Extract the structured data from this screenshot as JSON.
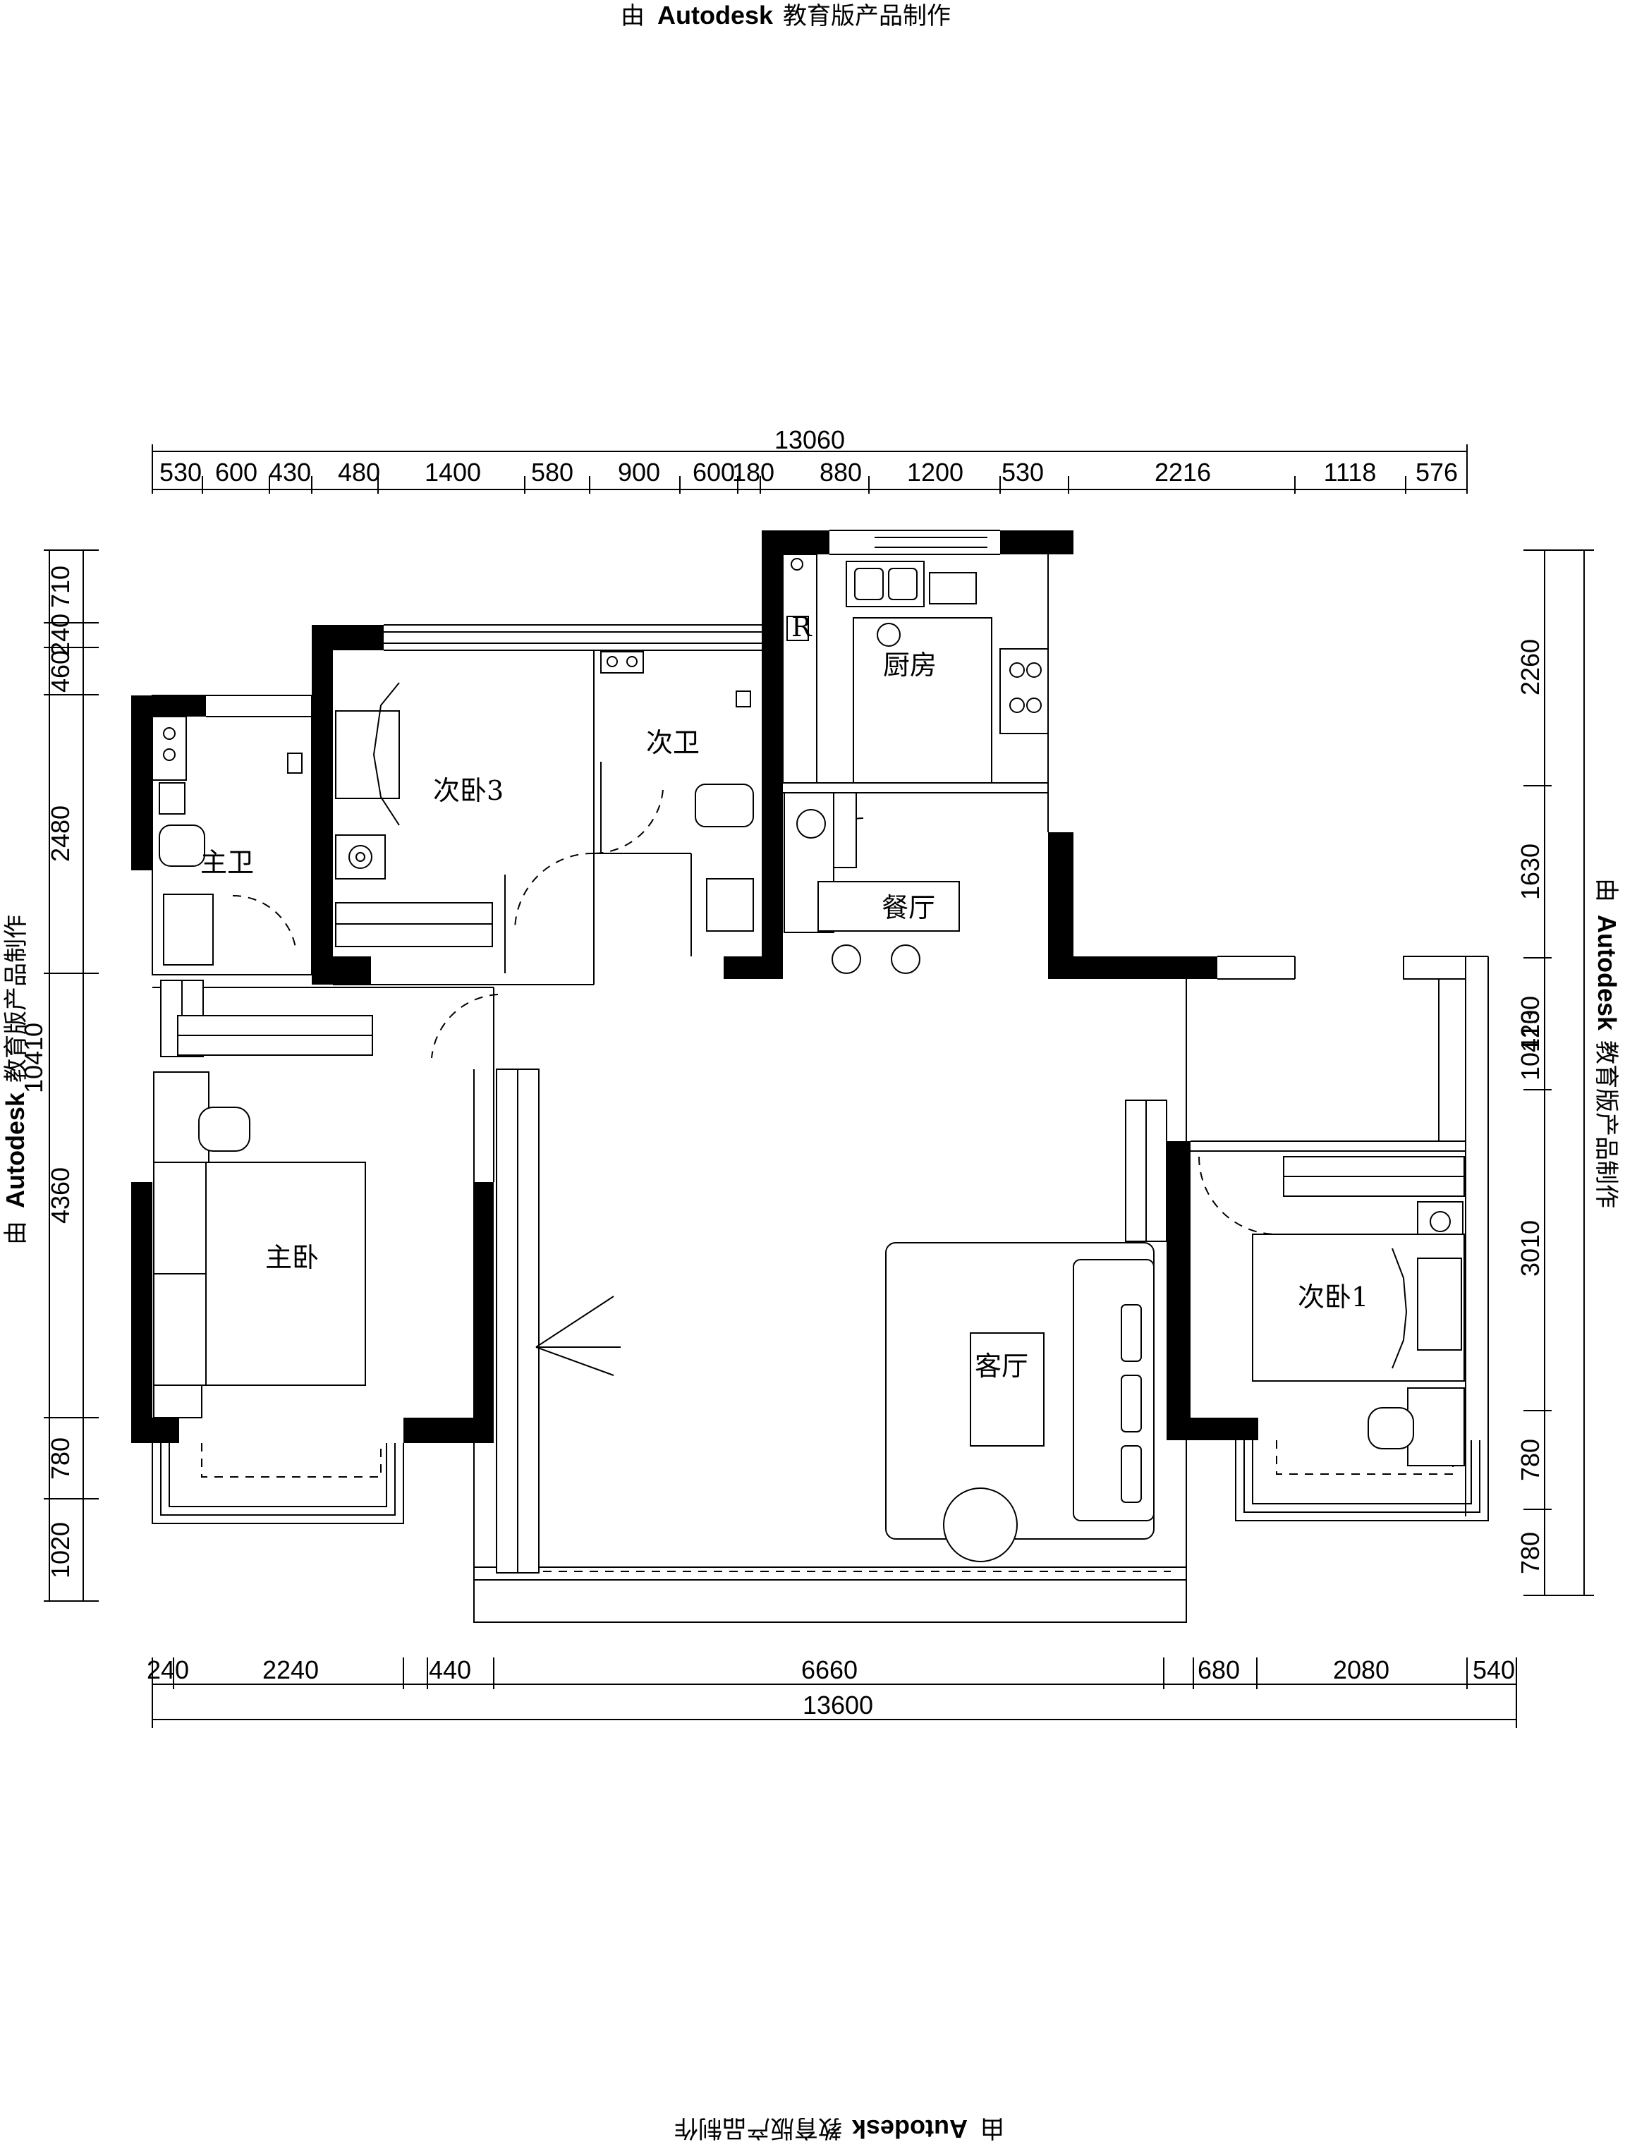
{
  "watermark": {
    "text": "由 Autodesk 教育版产品制作",
    "prefix": "由",
    "brand": "Autodesk",
    "suffix": "教育版产品制作"
  },
  "dimensions": {
    "top_total": "13060",
    "top_segments": [
      "530",
      "600",
      "430",
      "480",
      "1400",
      "580",
      "900",
      "600",
      "180",
      "880",
      "1200",
      "530",
      "2216",
      "1118",
      "576"
    ],
    "bottom_total": "13600",
    "bottom_segments": [
      "240",
      "2240",
      "440",
      "6660",
      "680",
      "2080",
      "540"
    ],
    "left_total": "10410",
    "left_segments": [
      "710",
      "240",
      "460",
      "2480",
      "4360",
      "780",
      "1020"
    ],
    "right_total": "10410",
    "right_segments": [
      "2260",
      "1630",
      "1230",
      "3010",
      "780",
      "780"
    ]
  },
  "rooms": {
    "master_bath": "主卫",
    "bedroom3": "次卧3",
    "second_bath": "次卫",
    "kitchen": "厨房",
    "dining": "餐厅",
    "master_bedroom": "主卧",
    "living": "客厅",
    "bedroom1": "次卧1"
  },
  "fixtures": {
    "fridge_label": "R"
  }
}
